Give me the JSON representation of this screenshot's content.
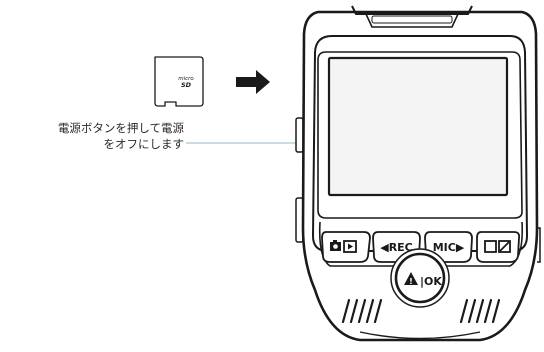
{
  "card": {
    "logo_top": "micro",
    "logo_bottom": "SD"
  },
  "instruction": {
    "line1": "電源ボタンを押して電源",
    "line2": "をオフにします"
  },
  "camera": {
    "buttons": {
      "rec_label": "◀REC",
      "mic_label": "MIC▶",
      "ok_label": "|OK"
    },
    "icons": {
      "left_button": "camera-playback-icon",
      "right_button": "screen-toggle-icon",
      "ok_prefix": "warning-triangle-icon"
    }
  },
  "colors": {
    "ink": "#1a1a1a",
    "screen": "#f4f4f4",
    "leader": "#a8c6d4"
  }
}
